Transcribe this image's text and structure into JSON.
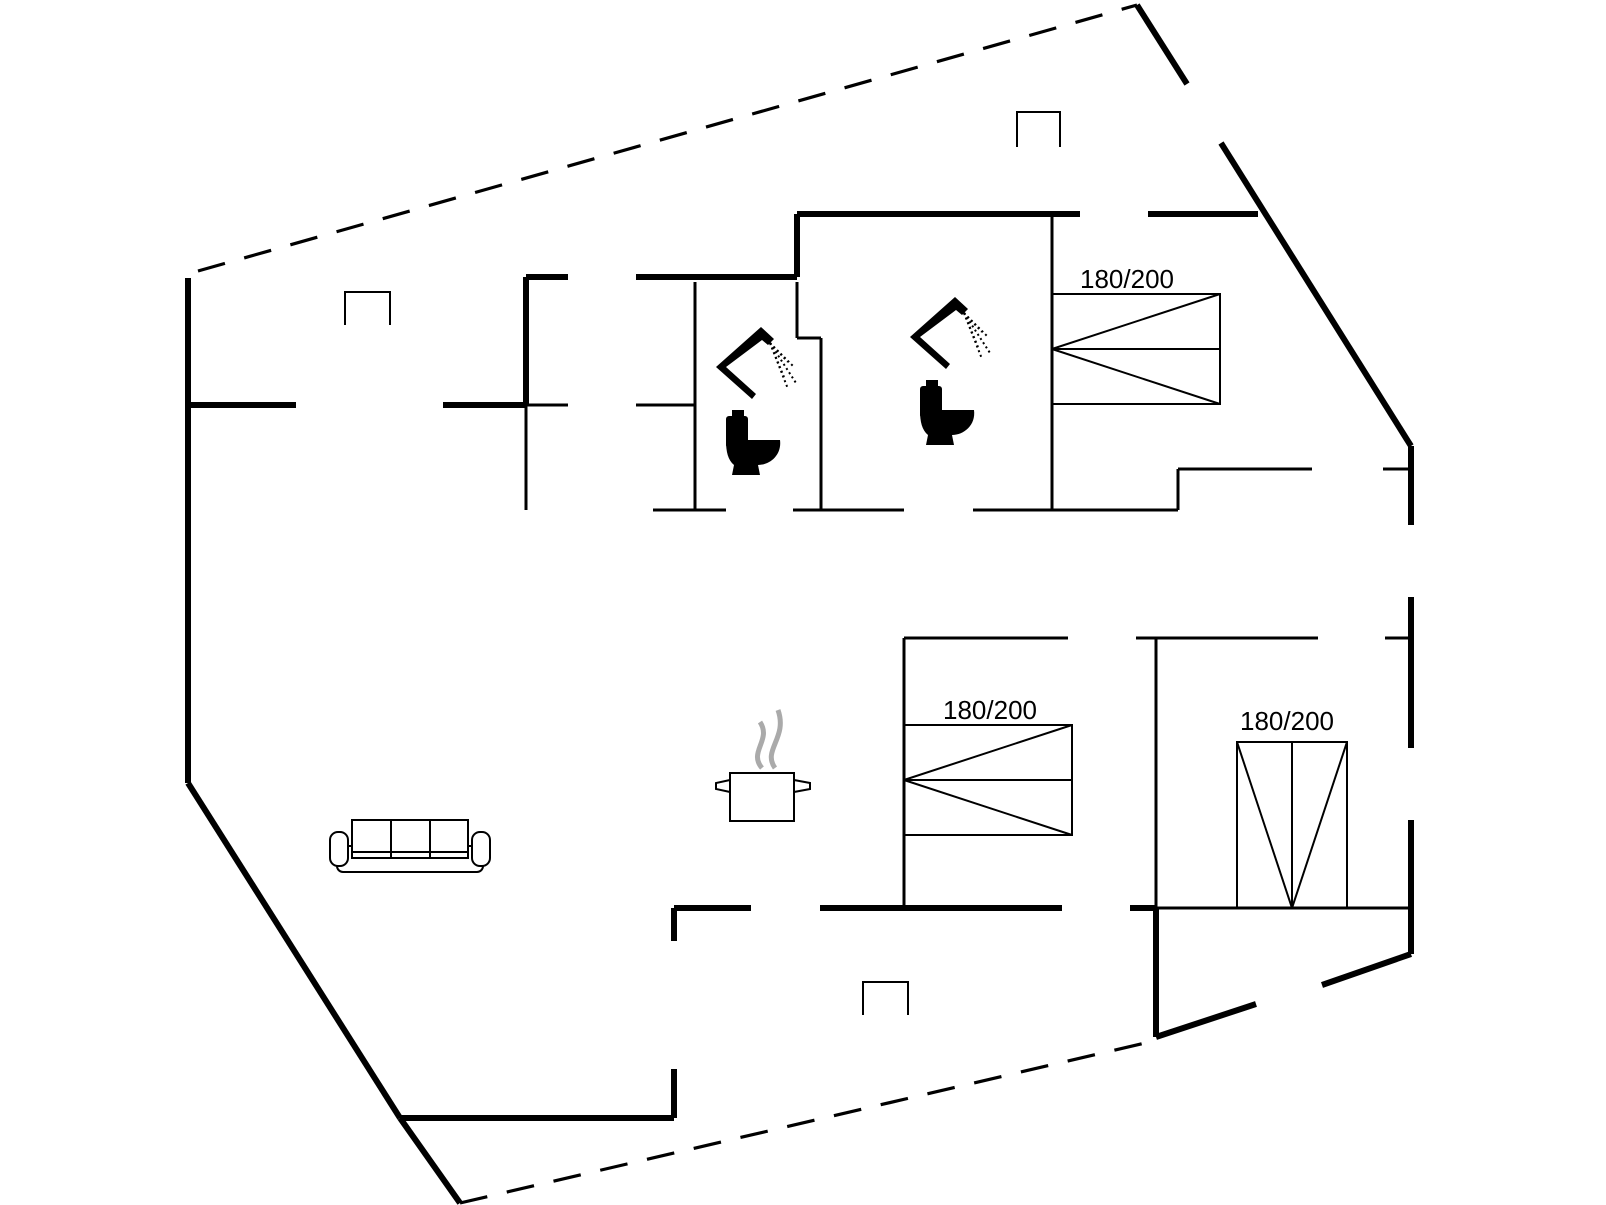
{
  "colors": {
    "wall": "#000000",
    "background": "#ffffff"
  },
  "bedrooms": [
    {
      "id": "bedroom-top-right",
      "bed_label": "180/200"
    },
    {
      "id": "bedroom-middle",
      "bed_label": "180/200"
    },
    {
      "id": "bedroom-bottom-right",
      "bed_label": "180/200"
    }
  ],
  "icons": [
    "shower-icon",
    "toilet-icon",
    "stove-pot-icon",
    "sofa-icon",
    "window-symbol-icon"
  ]
}
